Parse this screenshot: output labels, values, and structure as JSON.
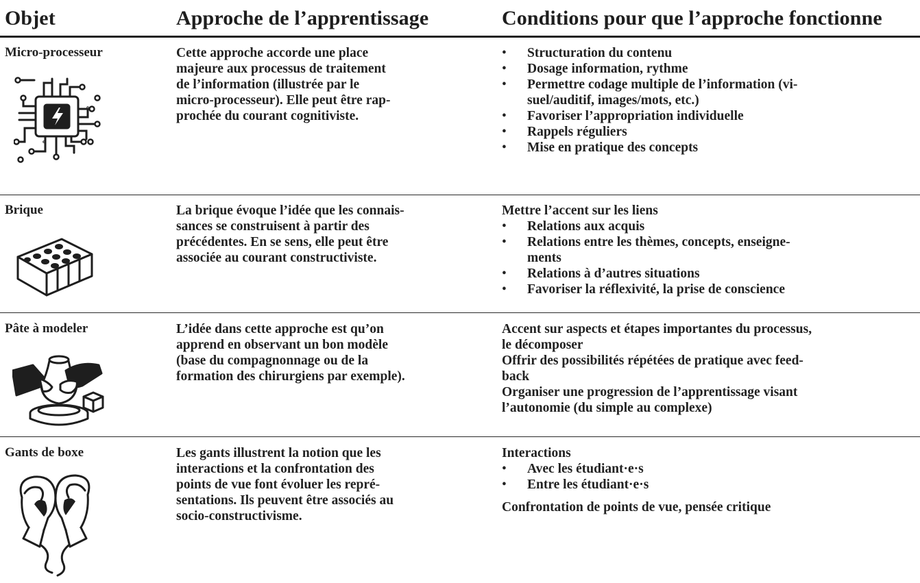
{
  "headers": {
    "col1": "Objet",
    "col2": "Approche de l’apprentissage",
    "col3": "Conditions pour que l’approche fonctionne"
  },
  "rows": [
    {
      "object": "Micro-processeur",
      "icon": "microprocessor-icon",
      "description": [
        "Cette approche accorde une place",
        "majeure aux processus de traitement",
        "de l’information (illustrée par le",
        "micro-processeur). Elle peut être rap-",
        "prochée du courant cognitiviste."
      ],
      "conditions": [
        {
          "bullet": true,
          "text": "Structuration du contenu"
        },
        {
          "bullet": true,
          "text": "Dosage information, rythme"
        },
        {
          "bullet": true,
          "text": "Permettre codage multiple de l’information (vi-"
        },
        {
          "bullet": false,
          "indent": true,
          "text": "suel/auditif, images/mots, etc.)"
        },
        {
          "bullet": true,
          "text": "Favoriser l’appropriation individuelle"
        },
        {
          "bullet": true,
          "text": "Rappels réguliers"
        },
        {
          "bullet": true,
          "text": "Mise en pratique des concepts"
        }
      ]
    },
    {
      "object": "Brique",
      "icon": "brick-icon",
      "description": [
        "La brique évoque l’idée que les connais-",
        "sances se construisent à partir des",
        "précédentes. En se sens, elle peut être",
        "associée au courant constructiviste."
      ],
      "conditions": [
        {
          "bullet": false,
          "text": "Mettre l’accent sur les liens"
        },
        {
          "bullet": true,
          "text": "Relations aux acquis"
        },
        {
          "bullet": true,
          "text": "Relations entre les thèmes, concepts, enseigne-"
        },
        {
          "bullet": false,
          "indent": true,
          "text": "ments"
        },
        {
          "bullet": true,
          "text": "Relations à d’autres situations"
        },
        {
          "bullet": true,
          "text": "Favoriser la réflexivité, la prise de conscience"
        }
      ]
    },
    {
      "object": "Pâte à modeler",
      "icon": "modeling-clay-hands-icon",
      "description": [
        "L’idée dans cette approche est qu’on",
        "apprend en observant un bon modèle",
        "(base du compagnonnage ou de la",
        "formation des chirurgiens par exemple)."
      ],
      "conditions": [
        {
          "bullet": false,
          "text": "Accent sur aspects et étapes importantes du processus,"
        },
        {
          "bullet": false,
          "text": "le décomposer"
        },
        {
          "bullet": false,
          "text": "Offrir des possibilités répétées de pratique avec feed-"
        },
        {
          "bullet": false,
          "text": "back"
        },
        {
          "bullet": false,
          "text": "Organiser une progression de l’apprentissage visant"
        },
        {
          "bullet": false,
          "text": "l’autonomie (du simple au complexe)"
        }
      ]
    },
    {
      "object": "Gants de boxe",
      "icon": "boxing-gloves-icon",
      "description": [
        "Les gants illustrent la notion que les",
        "interactions et la confrontation des",
        "points de vue font évoluer les repré-",
        "sentations. Ils peuvent être associés au",
        "socio-constructivisme."
      ],
      "conditions": [
        {
          "bullet": false,
          "text": "Interactions"
        },
        {
          "bullet": true,
          "text": "Avec les étudiant·e·s"
        },
        {
          "bullet": true,
          "text": "Entre les étudiant·e·s"
        },
        {
          "gap": true
        },
        {
          "bullet": false,
          "text": "Confrontation de points de vue, pensée critique"
        }
      ]
    }
  ]
}
